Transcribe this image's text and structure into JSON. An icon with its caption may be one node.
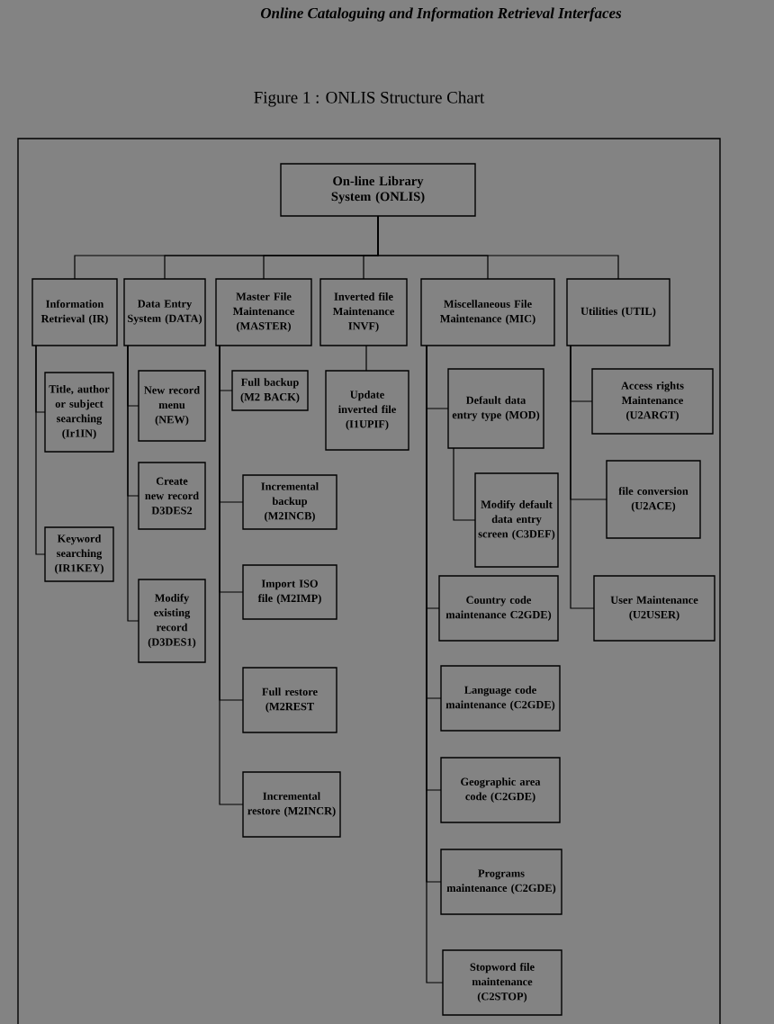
{
  "diagram": {
    "title": "Figure 1 : ONLIS Structure Chart",
    "nodes": [
      {
        "text": [
          "On-line Library System (ONLIS)"
        ]
      },
      {
        "text": [
          "Information Retrieval (IR)"
        ]
      },
      {
        "text": [
          "Data Entry System (DATA)"
        ]
      },
      {
        "text": [
          "Master File Maintenance (MASTER)"
        ]
      },
      {
        "text": [
          "Inverted file Maintenance INVF)"
        ]
      },
      {
        "text": [
          "Miscellaneous File Maintenance (MIC)"
        ]
      },
      {
        "text": [
          "Utilities (UTIL)"
        ]
      },
      {
        "text": [
          "Title, author or subject searching (Ir1IN)"
        ]
      },
      {
        "text": [
          "Keyword searching (IR1KEY)"
        ]
      },
      {
        "text": [
          "New record menu (NEW)"
        ]
      },
      {
        "text": [
          "Create new record D3DES2"
        ]
      },
      {
        "text": [
          "Modify existing record (D3DES1)"
        ]
      },
      {
        "text": [
          "Full backup (M2 BACK)"
        ]
      },
      {
        "text": [
          "Incremental backup (M2INCB)"
        ]
      },
      {
        "text": [
          "Import ISO file (M2IMP)"
        ]
      },
      {
        "text": [
          "Full restore (M2REST"
        ]
      },
      {
        "text": [
          "Incremental restore (M2INCR)"
        ]
      },
      {
        "text": [
          "Update inverted file (I1UPIF)"
        ]
      },
      {
        "text": [
          "Default data entry type (MOD)"
        ]
      },
      {
        "text": [
          "Modify default data entry screen (C3DEF)"
        ]
      },
      {
        "text": [
          "Country code maintenance C2GDE)"
        ]
      },
      {
        "text": [
          "Language code maintenance (C2GDE)"
        ]
      },
      {
        "text": [
          "Geographic area code (C2GDE)"
        ]
      },
      {
        "text": [
          "Programs maintenance (C2GDE)"
        ]
      },
      {
        "text": [
          "Stopword file maintenance (C2STOP)"
        ]
      },
      {
        "text": [
          "Access rights Maintenance (U2ARGT)"
        ]
      },
      {
        "text": [
          "file conversion (U2ACE)"
        ]
      },
      {
        "text": [
          "User Maintenance (U2USER)"
        ]
      }
    ],
    "edges": [
      {
        "from": 0,
        "to": 1,
        "arrow": "none"
      },
      {
        "from": 0,
        "to": 2,
        "arrow": "none"
      },
      {
        "from": 0,
        "to": 3,
        "arrow": "none"
      },
      {
        "from": 0,
        "to": 4,
        "arrow": "none"
      },
      {
        "from": 0,
        "to": 5,
        "arrow": "none"
      },
      {
        "from": 0,
        "to": 6,
        "arrow": "none"
      },
      {
        "from": 1,
        "to": 7,
        "arrow": "none"
      },
      {
        "from": 1,
        "to": 8,
        "arrow": "none"
      },
      {
        "from": 2,
        "to": 9,
        "arrow": "none"
      },
      {
        "from": 2,
        "to": 10,
        "arrow": "none"
      },
      {
        "from": 2,
        "to": 11,
        "arrow": "none"
      },
      {
        "from": 3,
        "to": 12,
        "arrow": "none"
      },
      {
        "from": 3,
        "to": 13,
        "arrow": "none"
      },
      {
        "from": 3,
        "to": 14,
        "arrow": "none"
      },
      {
        "from": 3,
        "to": 15,
        "arrow": "none"
      },
      {
        "from": 3,
        "to": 16,
        "arrow": "none"
      },
      {
        "from": 4,
        "to": 17,
        "arrow": "none"
      },
      {
        "from": 5,
        "to": 18,
        "arrow": "none"
      },
      {
        "from": 18,
        "to": 19,
        "arrow": "none"
      },
      {
        "from": 5,
        "to": 20,
        "arrow": "none"
      },
      {
        "from": 5,
        "to": 21,
        "arrow": "none"
      },
      {
        "from": 5,
        "to": 22,
        "arrow": "none"
      },
      {
        "from": 5,
        "to": 23,
        "arrow": "none"
      },
      {
        "from": 5,
        "to": 24,
        "arrow": "none"
      },
      {
        "from": 6,
        "to": 25,
        "arrow": "none"
      },
      {
        "from": 6,
        "to": 26,
        "arrow": "none"
      },
      {
        "from": 6,
        "to": 27,
        "arrow": "none"
      }
    ],
    "labels": [
      "Online Cataloguing and Information Retrieval Interfaces"
    ]
  }
}
